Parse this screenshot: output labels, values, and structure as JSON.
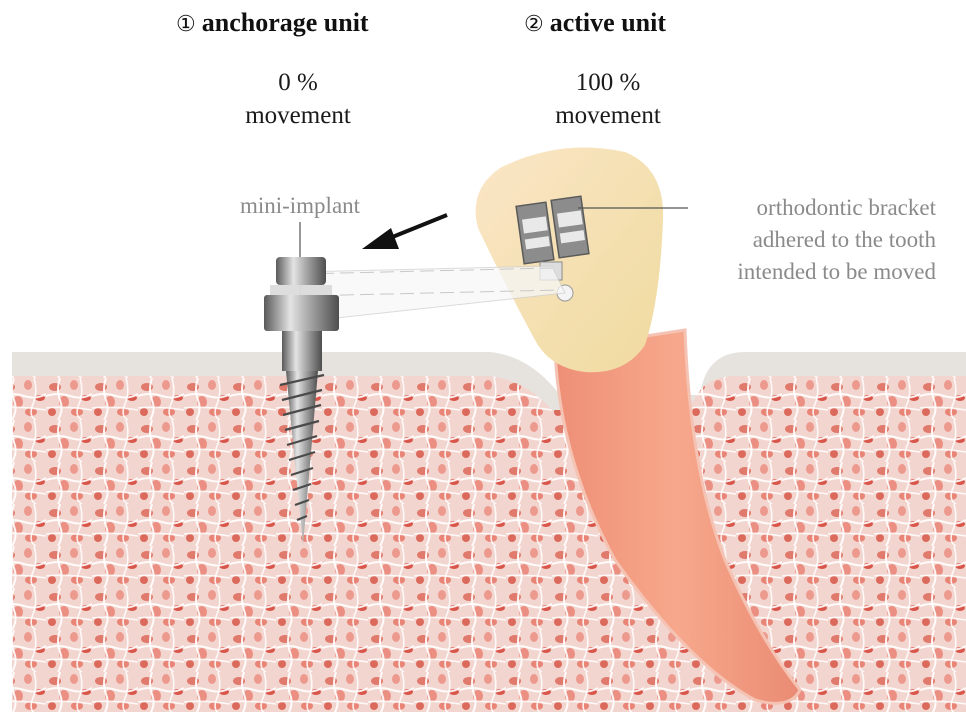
{
  "units": [
    {
      "number": "①",
      "label": "anchorage unit",
      "movement_value": "0 %",
      "movement_label": "movement"
    },
    {
      "number": "②",
      "label": "active unit",
      "movement_value": "100 %",
      "movement_label": "movement"
    }
  ],
  "labels": {
    "implant": "mini-implant",
    "bracket_lines": [
      "orthodontic bracket",
      "adhered to the tooth",
      "intended to be moved"
    ]
  },
  "colors": {
    "bone": "#f4d6d0",
    "trabecula": "#ffffff",
    "marrow": "#e05a4c",
    "gum": "#e4e1dd",
    "enamel": "#f6e3b8",
    "root": "#f29a7a",
    "metal": "#9a9a9a",
    "arrow": "#111111",
    "annotation": "#8a8a8a"
  }
}
